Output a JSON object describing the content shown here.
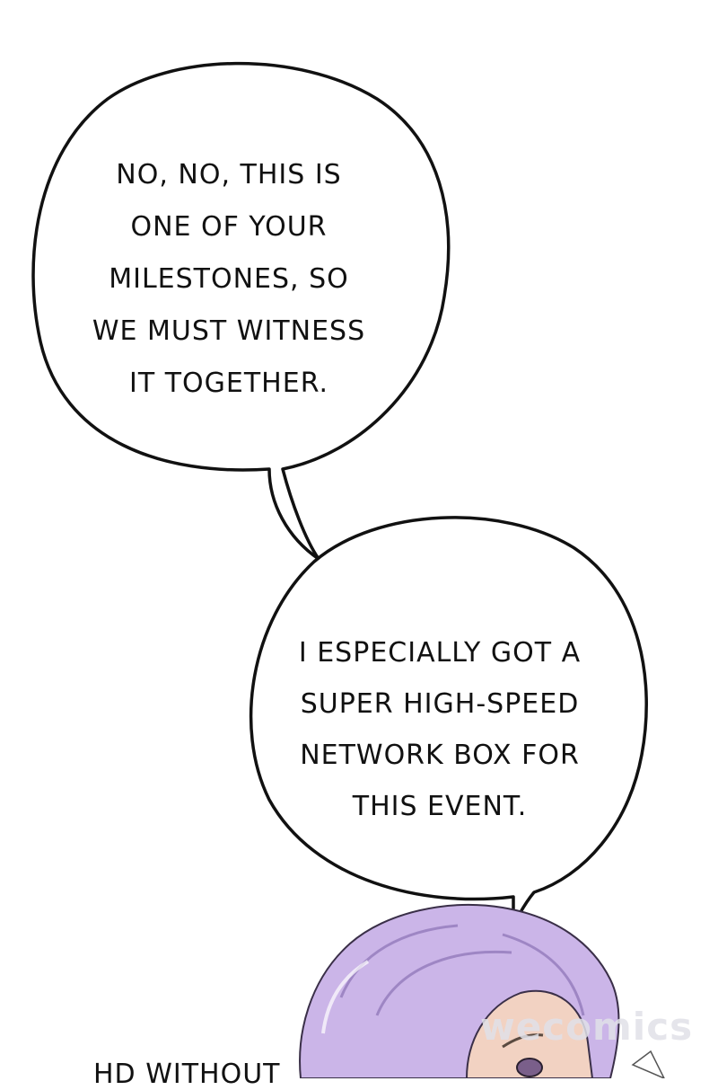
{
  "bubbles": [
    {
      "lines": [
        "NO, NO, THIS IS",
        "ONE OF YOUR",
        "MILESTONES, SO",
        "WE MUST WITNESS",
        "IT TOGETHER."
      ]
    },
    {
      "lines": [
        "I ESPECIALLY GOT A",
        "SUPER HIGH-SPEED",
        "NETWORK BOX FOR",
        "THIS EVENT."
      ]
    }
  ],
  "cut_caption": "HD WITHOUT",
  "watermark": "wecomics",
  "colors": {
    "background": "#ffffff",
    "outline": "#111111",
    "hair": "#c9b3e6",
    "skin": "#f2d2c2"
  }
}
